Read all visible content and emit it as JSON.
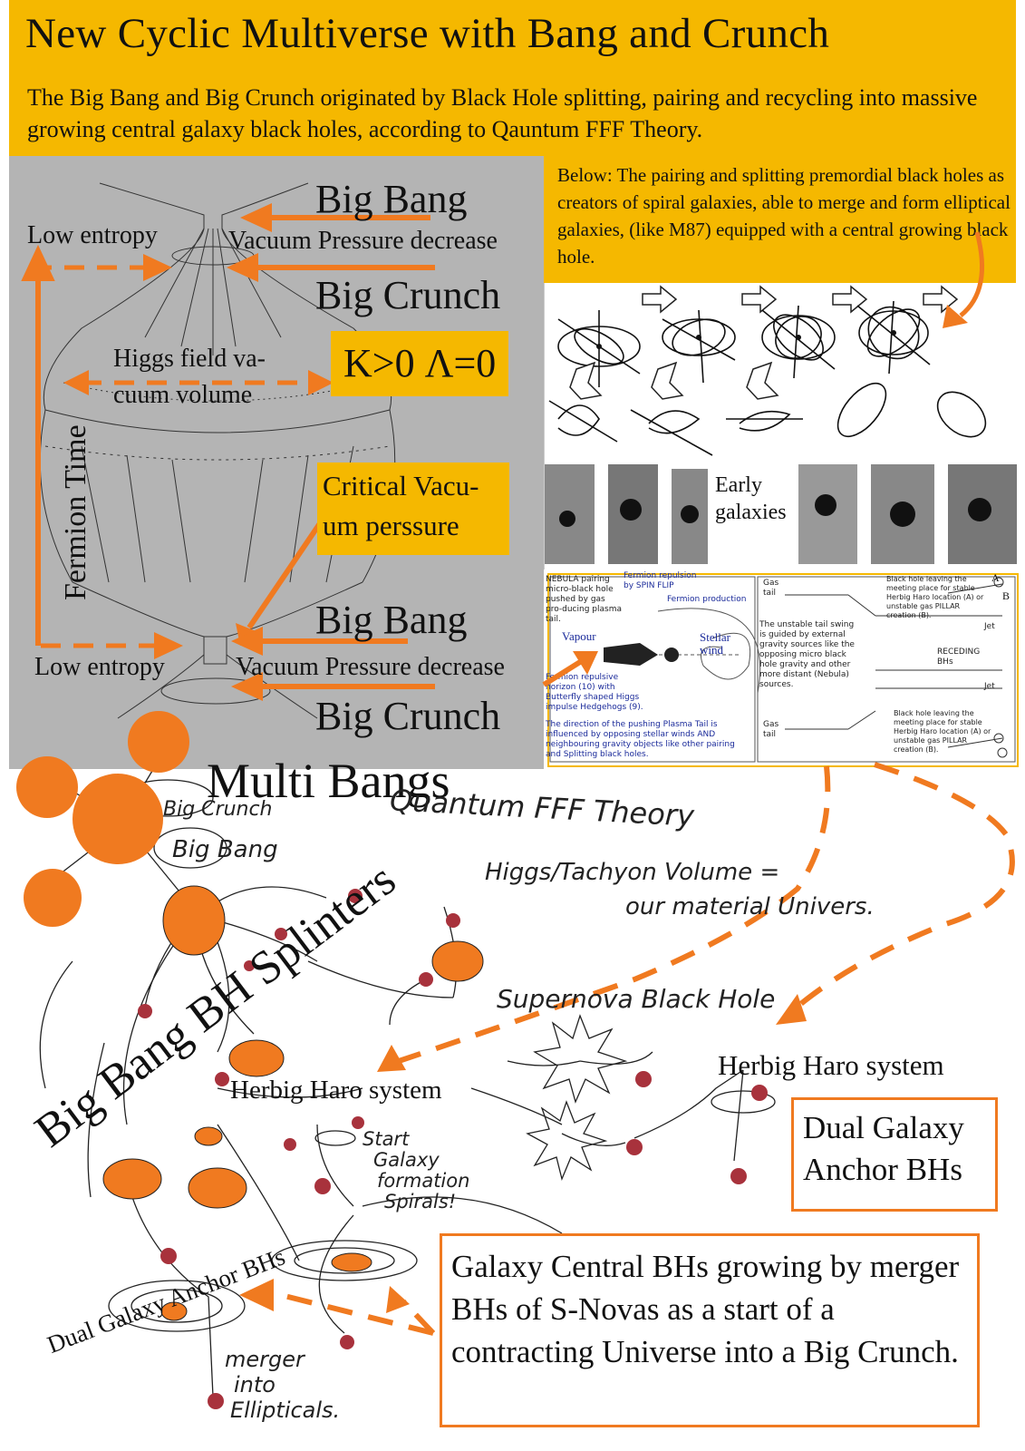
{
  "header": {
    "title": "New Cyclic Multiverse with Bang and Crunch",
    "subtitle": "The Big Bang and Big Crunch originated by Black Hole splitting, pairing and recycling into massive growing central galaxy black holes, according to Qauntum FFF Theory."
  },
  "left_panel": {
    "big_bang_top": "Big Bang",
    "low_entropy_top": "Low entropy",
    "vacuum_pressure_top": "Vacuum Pressure decrease",
    "big_crunch_top": "Big Crunch",
    "higgs_line1": "Higgs field va-",
    "higgs_line2": "cuum volume",
    "k_label": "K>0 Λ=0",
    "fermion_time": "Fermion Time",
    "critical_line1": "Critical Vacu-",
    "critical_line2": "um perssure",
    "big_bang_bottom": "Big Bang",
    "low_entropy_bottom": "Low entropy",
    "vacuum_pressure_bottom": "Vacuum Pressure decrease",
    "big_crunch_bottom": "Big Crunch"
  },
  "right_note": "Below: The pairing and splitting premordial black holes as creators of spiral galaxies, able to merge and form elliptical galaxies, (like M87) equipped with a central growing black hole.",
  "early_galaxies_line1": "Early",
  "early_galaxies_line2": "galaxies",
  "nebula_panel": {
    "nebula_text": "NEBULA pairing micro-black hole pushed by gas pro-ducing plasma tail.",
    "fermion_repulsion": "Fermion repulsion by SPIN FLIP",
    "fermion_production": "Fermion production",
    "vapour": "Vapour",
    "stellar_wind": "Stellar wind",
    "fermion_horizon": "Fermion repulsive horizon (10) with Butterfly shaped Higgs impulse Hedgehogs (9).",
    "direction_text": "The direction of the pushing Plasma Tail is influenced by opposing stellar winds AND neighbouring gravity objects like other pairing and Splitting black holes.",
    "gas_tail_top": "Gas tail",
    "gas_tail_bottom": "Gas tail",
    "unstable_tail": "The unstable tail swing is guided by external gravity sources like the opposing micro black hole gravity and other more distant (Nebula) sources.",
    "bh_leaving_top": "Black hole leaving the meeting place for stable Herbig Haro location (A) or unstable gas PILLAR creation (B).",
    "bh_leaving_bottom": "Black hole leaving the meeting place for stable Herbig Haro location (A) or unstable gas PILLAR creation (B).",
    "receding": "RECEDING BHs",
    "jet_top": "Jet",
    "jet_bottom": "Jet",
    "label_a": "A",
    "label_b": "B"
  },
  "bottom": {
    "multi_bangs": "Multi Bangs",
    "big_crunch_hw": "Big Crunch",
    "big_bang_hw": "Big Bang",
    "quantum_fff": "Quantum FFF Theory",
    "splinters": "Big Bang BH Splinters",
    "higgs_volume1": "Higgs/Tachyon Volume =",
    "higgs_volume2": "our material Univers.",
    "supernova": "Supernova Black Hole",
    "herbig_haro_left": "Herbig Haro system",
    "herbig_haro_right": "Herbig Haro system",
    "start_galaxy1": "Start",
    "start_galaxy2": "Galaxy",
    "start_galaxy3": "formation",
    "start_galaxy4": "Spirals!",
    "dual_anchor_box": "Dual Galaxy Anchor BHs",
    "dual_anchor_rotated": "Dual Galaxy Anchor BHs",
    "merger1": "merger",
    "merger2": "into",
    "merger3": "Ellipticals.",
    "central_box": "Galaxy Central BHs growing by merger BHs of S-Novas as a start of a contracting Universe into a Big Crunch."
  },
  "colors": {
    "accent_orange": "#f07a20",
    "header_yellow": "#f5b800",
    "panel_gray": "#b4b4b4",
    "bh_dot": "#a8323c"
  }
}
